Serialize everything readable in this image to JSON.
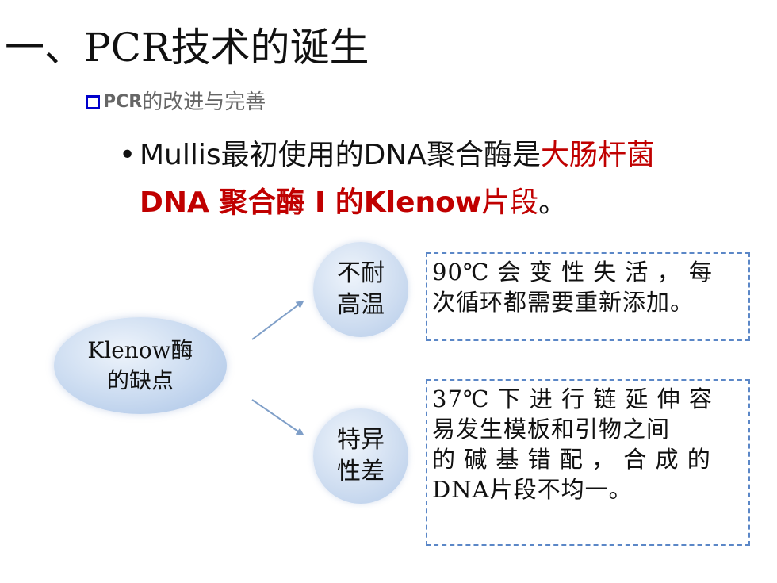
{
  "slide": {
    "title": "一、PCR技术的诞生",
    "subtitle": {
      "prefix": "PCR",
      "text": "的改进与完善"
    },
    "bullet": {
      "part1": "Mullis",
      "part2": "最初使用的",
      "part3": "DNA",
      "part4": "聚合酶是",
      "part5": "大肠杆菌",
      "line2a": "DNA 聚合酶 I 的Klenow",
      "line2b": "片段",
      "line2c": "。"
    }
  },
  "diagram": {
    "main": {
      "line1": "Klenow酶",
      "line2": "的缺点"
    },
    "node1": {
      "line1": "不耐",
      "line2": "高温"
    },
    "node2": {
      "line1": "特异",
      "line2": "性差"
    },
    "box1": {
      "lead": "90℃",
      "line1": " 会 变 性 失 活 ， 每",
      "line2": "次循环都需要重新添加。"
    },
    "box2": {
      "lead": "37℃",
      "line1": " 下 进 行 链 延 伸 容",
      "line2": "易发生模板和引物之间",
      "line3": "的 碱 基 错 配 ， 合 成 的",
      "line4lead": "DNA",
      "line4": "片段不均一。"
    },
    "colors": {
      "accent_red": "#c00000",
      "square_blue": "#0000cc",
      "dash_border": "#5b87c7",
      "oval_fill": "#c9daf0",
      "arrow": "#7f9fc8"
    }
  }
}
